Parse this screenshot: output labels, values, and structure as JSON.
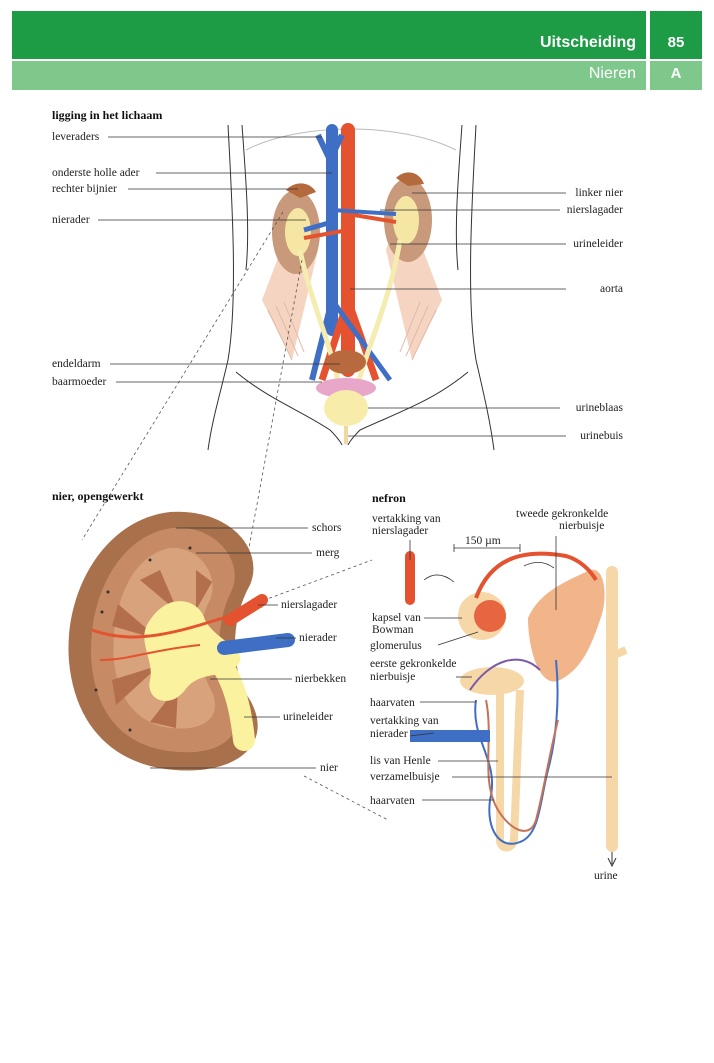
{
  "header": {
    "chapter": "Uitscheiding",
    "section": "Nieren",
    "page_number": "85",
    "part_letter": "A"
  },
  "body_figure": {
    "title": "ligging in het lichaam",
    "labels": {
      "leveraders": "leveraders",
      "onderste_holle_ader": "onderste holle ader",
      "rechter_bijnier": "rechter bijnier",
      "nierader": "nierader",
      "linker_nier": "linker nier",
      "nierslagader": "nierslagader",
      "urineleider": "urineleider",
      "aorta": "aorta",
      "endeldarm": "endeldarm",
      "baarmoeder": "baarmoeder",
      "urineblaas": "urineblaas",
      "urinebuis": "urinebuis"
    }
  },
  "kidney_figure": {
    "title": "nier, opengewerkt",
    "labels": {
      "schors": "schors",
      "merg": "merg",
      "nierslagader": "nierslagader",
      "nierader": "nierader",
      "nierbekken": "nierbekken",
      "urineleider": "urineleider",
      "nier": "nier"
    }
  },
  "nephron_figure": {
    "title": "nefron",
    "scale": "150 µm",
    "labels": {
      "vertakking_nierslagader_1": "vertakking van",
      "vertakking_nierslagader_2": "nierslagader",
      "tweede_1": "tweede gekronkelde",
      "tweede_2": "nierbuisje",
      "kapsel_1": "kapsel van",
      "kapsel_2": "Bowman",
      "glomerulus": "glomerulus",
      "eerste_1": "eerste gekronkelde",
      "eerste_2": "nierbuisje",
      "haarvaten_1": "haarvaten",
      "vertakking_nierader_1": "vertakking van",
      "vertakking_nierader_2": "nierader",
      "lis_van_henle": "lis van Henle",
      "verzamelbuisje": "verzamelbuisje",
      "haarvaten_2": "haarvaten",
      "urine": "urine"
    }
  },
  "colors": {
    "header_dark": "#1d9c45",
    "header_light": "#7ec88c",
    "artery": "#e4522f",
    "vein": "#3f6fc4",
    "tubule": "#f6d7a8",
    "kidney": "#a8704b"
  }
}
